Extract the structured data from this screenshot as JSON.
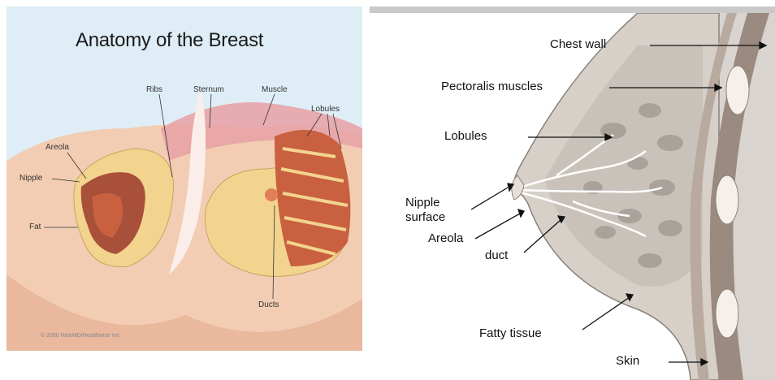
{
  "left": {
    "title": "Anatomy of the Breast",
    "labels": {
      "ribs": "Ribs",
      "sternum": "Sternum",
      "muscle": "Muscle",
      "lobules": "Lobules",
      "areola": "Areola",
      "nipple": "Nipple",
      "fat": "Fat",
      "ducts": "Ducts"
    },
    "copyright": "© 2000 WebMD/Healthwise Inc"
  },
  "right": {
    "labels": {
      "chest_wall": "Chest wall",
      "pectoralis": "Pectoralis muscles",
      "lobules": "Lobules",
      "nipple_surface_1": "Nipple",
      "nipple_surface_2": "surface",
      "areola": "Areola",
      "duct": "duct",
      "fatty_tissue": "Fatty tissue",
      "skin": "Skin"
    }
  },
  "colors": {
    "skin": "#f2cdb3",
    "fat": "#f3d48e",
    "lobule": "#c9603f",
    "muscle": "#e8a0a4",
    "gray_tissue": "#b9b4ae",
    "dark_tissue": "#8a817a"
  }
}
